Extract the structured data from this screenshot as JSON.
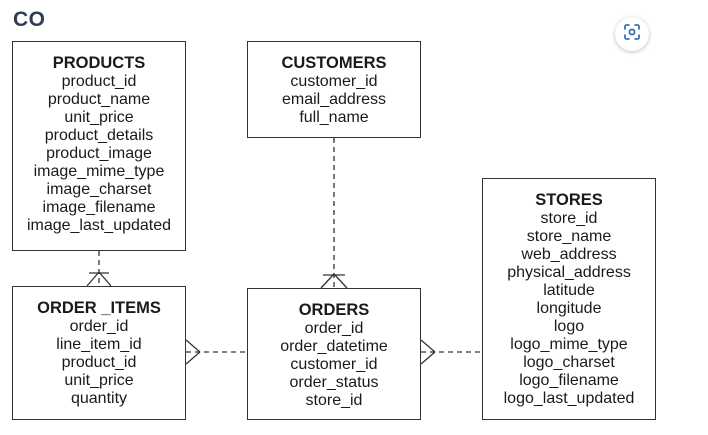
{
  "title": "CO",
  "toolbar": {
    "lens_icon": "lens-search-icon"
  },
  "entities": {
    "products": {
      "name": "PRODUCTS",
      "attributes": [
        "product_id",
        "product_name",
        "unit_price",
        "product_details",
        "product_image",
        "image_mime_type",
        "image_charset",
        "image_filename",
        "image_last_updated"
      ]
    },
    "customers": {
      "name": "CUSTOMERS",
      "attributes": [
        "customer_id",
        "email_address",
        "full_name"
      ]
    },
    "order_items": {
      "name": "ORDER _ITEMS",
      "attributes": [
        "order_id",
        "line_item_id",
        "product_id",
        "unit_price",
        "quantity"
      ]
    },
    "orders": {
      "name": "ORDERS",
      "attributes": [
        "order_id",
        "order_datetime",
        "customer_id",
        "order_status",
        "store_id"
      ]
    },
    "stores": {
      "name": "STORES",
      "attributes": [
        "store_id",
        "store_name",
        "web_address",
        "physical_address",
        "latitude",
        "longitude",
        "logo",
        "logo_mime_type",
        "logo_charset",
        "logo_filename",
        "logo_last_updated"
      ]
    }
  },
  "relationships": [
    {
      "from": "products",
      "to": "order_items",
      "cardinality": "one-to-many"
    },
    {
      "from": "customers",
      "to": "orders",
      "cardinality": "one-to-many"
    },
    {
      "from": "orders",
      "to": "order_items",
      "cardinality": "one-to-many"
    },
    {
      "from": "stores",
      "to": "orders",
      "cardinality": "one-to-many"
    }
  ]
}
